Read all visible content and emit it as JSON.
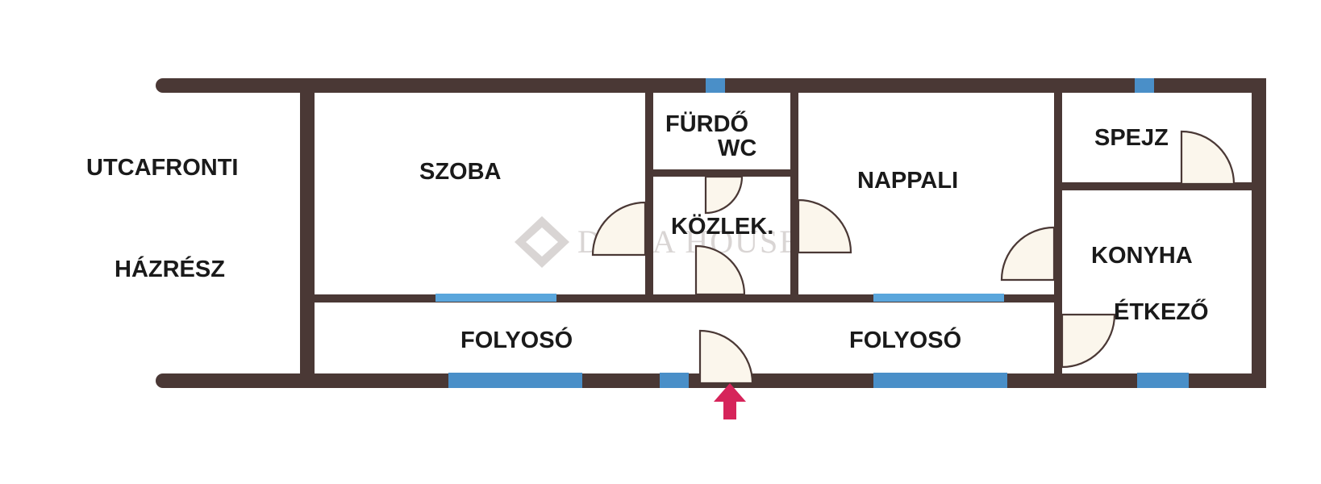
{
  "rooms": {
    "utcafronti": "UTCAFRONTI",
    "hazresz": "HÁZRÉSZ",
    "szoba": "SZOBA",
    "furdo": "FÜRDŐ",
    "wc": "WC",
    "kozlek": "KÖZLEK.",
    "nappali": "NAPPALI",
    "spejz": "SPEJZ",
    "konyha": "KONYHA",
    "etkezo": "ÉTKEZŐ",
    "folyoso_left": "FOLYOSÓ",
    "folyoso_right": "FOLYOSÓ"
  },
  "watermark": {
    "brand": "DUNA HOUSE",
    "mark": "®"
  },
  "colors": {
    "wall": "#4a3835",
    "window": "#4a8fc8",
    "door_fill": "#fbf6ec",
    "entrance_arrow": "#d6245a"
  },
  "icons": {
    "entrance": "arrow-up-icon",
    "watermark_logo": "diamond-logo-icon"
  }
}
